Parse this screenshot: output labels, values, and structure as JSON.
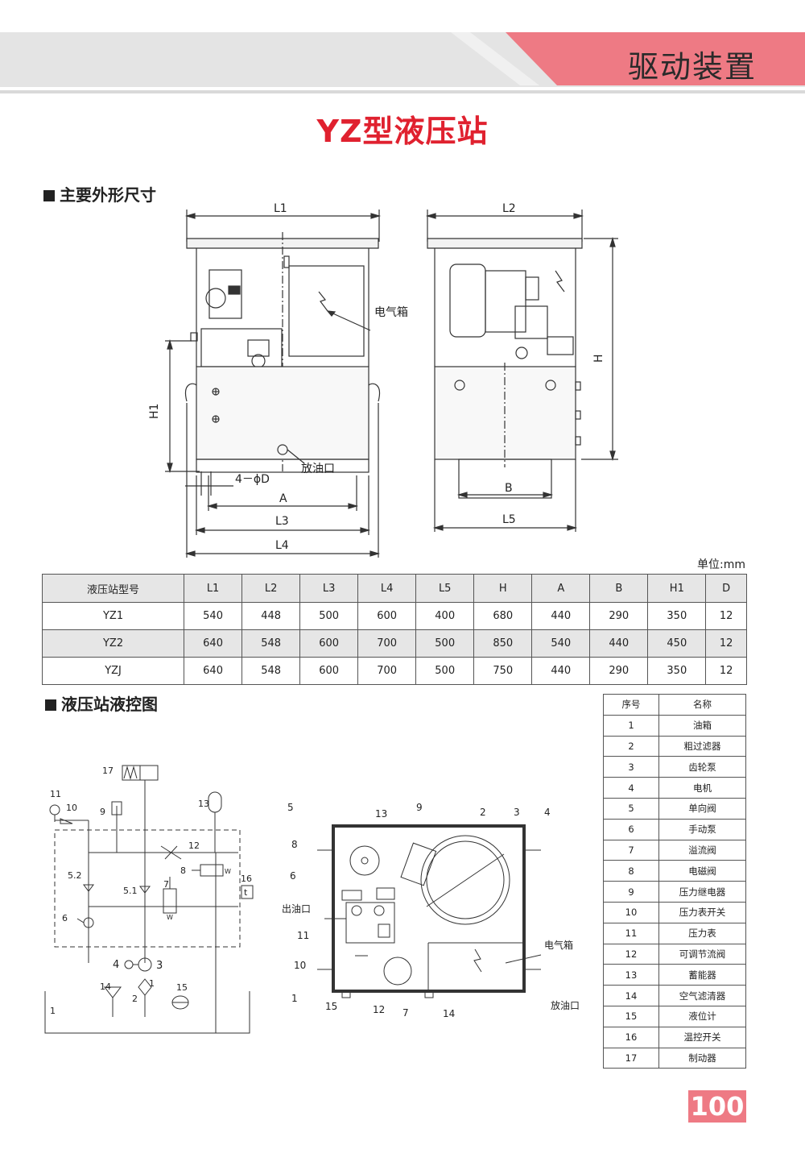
{
  "header": {
    "title": "驱动装置"
  },
  "page_title": "YZ型液压站",
  "section1": {
    "title": "主要外形尺寸",
    "drawing_labels": {
      "L1": "L1",
      "L2": "L2",
      "L3": "L3",
      "L4": "L4",
      "L5": "L5",
      "H": "H",
      "H1": "H1",
      "A": "A",
      "B": "B",
      "hole": "4－ϕD",
      "electric_box": "电气箱",
      "drain": "放油口"
    },
    "unit": "单位:mm",
    "table": {
      "headers": [
        "液压站型号",
        "L1",
        "L2",
        "L3",
        "L4",
        "L5",
        "H",
        "A",
        "B",
        "H1",
        "D"
      ],
      "rows": [
        [
          "YZ1",
          "540",
          "448",
          "500",
          "600",
          "400",
          "680",
          "440",
          "290",
          "350",
          "12"
        ],
        [
          "YZ2",
          "640",
          "548",
          "600",
          "700",
          "500",
          "850",
          "540",
          "440",
          "450",
          "12"
        ],
        [
          "YZJ",
          "640",
          "548",
          "600",
          "700",
          "500",
          "750",
          "440",
          "290",
          "350",
          "12"
        ]
      ]
    }
  },
  "section2": {
    "title": "液压站液控图",
    "schematic_labels": [
      "17",
      "11",
      "10",
      "9",
      "13",
      "12",
      "8",
      "W",
      "16",
      "t",
      "5.2",
      "5.1",
      "7",
      "W",
      "6",
      "4",
      "3",
      "14",
      "1",
      "2",
      "15",
      "1"
    ],
    "layout_labels": {
      "numbers": [
        "5",
        "13",
        "9",
        "2",
        "3",
        "4",
        "8",
        "6",
        "11",
        "10",
        "1",
        "15",
        "12",
        "7",
        "14"
      ],
      "outlet": "出油口",
      "electric_box": "电气箱",
      "drain": "放油口"
    }
  },
  "parts": {
    "headers": [
      "序号",
      "名称"
    ],
    "rows": [
      [
        "1",
        "油箱"
      ],
      [
        "2",
        "粗过滤器"
      ],
      [
        "3",
        "齿轮泵"
      ],
      [
        "4",
        "电机"
      ],
      [
        "5",
        "单向阀"
      ],
      [
        "6",
        "手动泵"
      ],
      [
        "7",
        "溢流阀"
      ],
      [
        "8",
        "电磁阀"
      ],
      [
        "9",
        "压力继电器"
      ],
      [
        "10",
        "压力表开关"
      ],
      [
        "11",
        "压力表"
      ],
      [
        "12",
        "可调节流阀"
      ],
      [
        "13",
        "蓄能器"
      ],
      [
        "14",
        "空气滤清器"
      ],
      [
        "15",
        "液位计"
      ],
      [
        "16",
        "温控开关"
      ],
      [
        "17",
        "制动器"
      ]
    ]
  },
  "page_number": "100"
}
